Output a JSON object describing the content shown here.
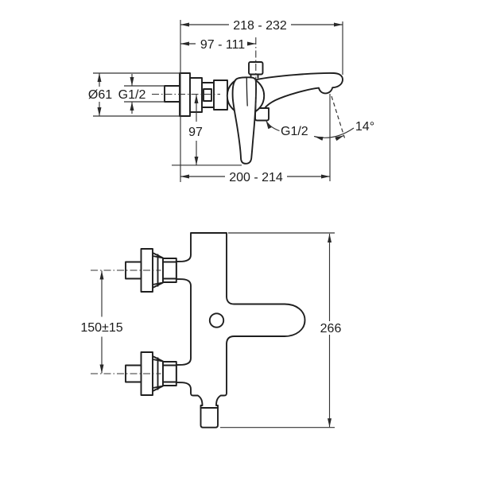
{
  "colors": {
    "background": "#ffffff",
    "line": "#1f1f1f",
    "dim_line": "#333333",
    "text": "#1c1c1c"
  },
  "side_view": {
    "dims": {
      "total_width": "218 - 232",
      "wall_to_diverter": "97 - 111",
      "escutcheon_diameter": "Ø61",
      "inlet_thread": "G1/2",
      "handle_drop": "97",
      "wall_to_spout_outlet": "200 - 214",
      "outlet_thread": "G1/2",
      "spout_angle": "14°"
    }
  },
  "front_view": {
    "dims": {
      "inlet_centres": "150±15",
      "total_height": "266"
    }
  }
}
